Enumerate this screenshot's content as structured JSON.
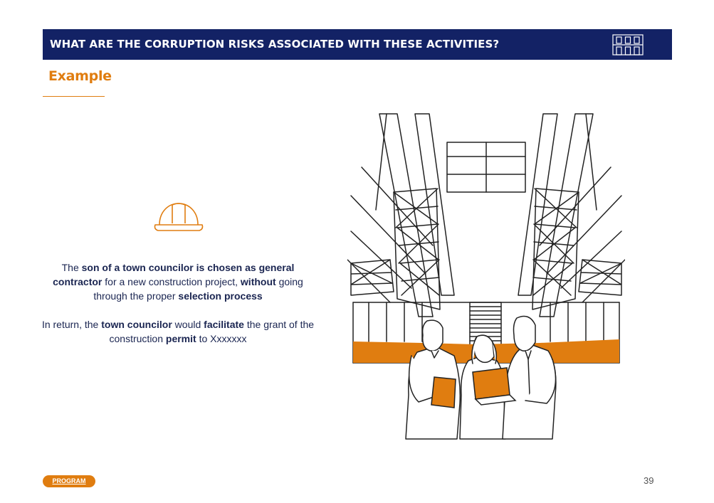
{
  "header": {
    "title": "WHAT ARE THE CORRUPTION RISKS ASSOCIATED WITH THESE ACTIVITIES?",
    "logo_icon": "building-icon"
  },
  "section": {
    "title": "Example"
  },
  "body_text": {
    "p1": {
      "t1": "The ",
      "b1": "son of a town councilor is chosen as general contractor",
      "t2": " for a new construction project, ",
      "b2": "without",
      "t3": " going through the proper ",
      "b3": "selection process"
    },
    "p2": {
      "t1": "In return, the ",
      "b1": "town councilor",
      "t2": " would ",
      "b2": "facilitate",
      "t3": " the grant of the construction ",
      "b3": "permit",
      "t4": " to Xxxxxxx"
    }
  },
  "icons": {
    "helmet": "hard-hat-icon"
  },
  "footer": {
    "tag": "PROGRAM",
    "page_number": "39"
  },
  "colors": {
    "navy": "#132265",
    "orange": "#e07d10",
    "text": "#1a2551"
  }
}
